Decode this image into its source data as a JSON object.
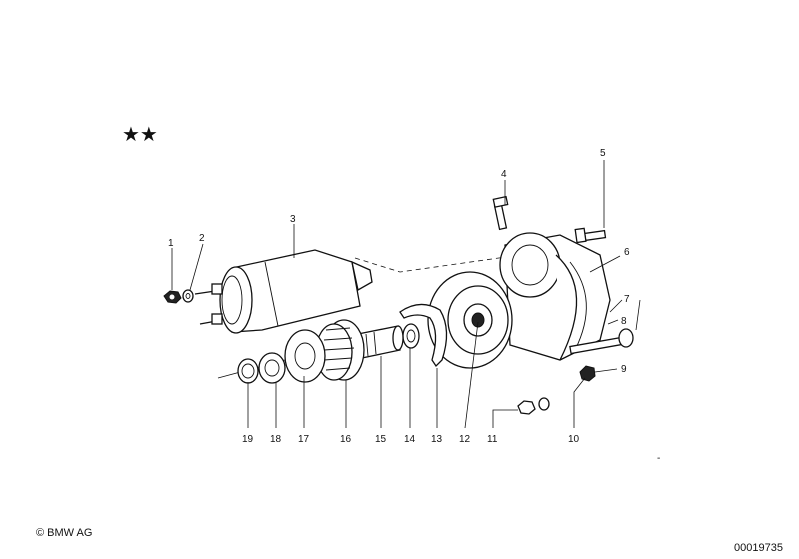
{
  "diagram": {
    "variant_mark": "★★",
    "callouts": [
      {
        "id": "1",
        "text": "1"
      },
      {
        "id": "2",
        "text": "2"
      },
      {
        "id": "3",
        "text": "3"
      },
      {
        "id": "4",
        "text": "4"
      },
      {
        "id": "5",
        "text": "5"
      },
      {
        "id": "6",
        "text": "6"
      },
      {
        "id": "7",
        "text": "7"
      },
      {
        "id": "8",
        "text": "8"
      },
      {
        "id": "9",
        "text": "9"
      },
      {
        "id": "10",
        "text": "10"
      },
      {
        "id": "11",
        "text": "11"
      },
      {
        "id": "12",
        "text": "12"
      },
      {
        "id": "13",
        "text": "13"
      },
      {
        "id": "14",
        "text": "14"
      },
      {
        "id": "15",
        "text": "15"
      },
      {
        "id": "16",
        "text": "16"
      },
      {
        "id": "17",
        "text": "17"
      },
      {
        "id": "18",
        "text": "18"
      },
      {
        "id": "19",
        "text": "19"
      }
    ]
  },
  "footer": {
    "copyright": "© BMW AG",
    "image_number": "00019735",
    "minus_mark": "-"
  }
}
